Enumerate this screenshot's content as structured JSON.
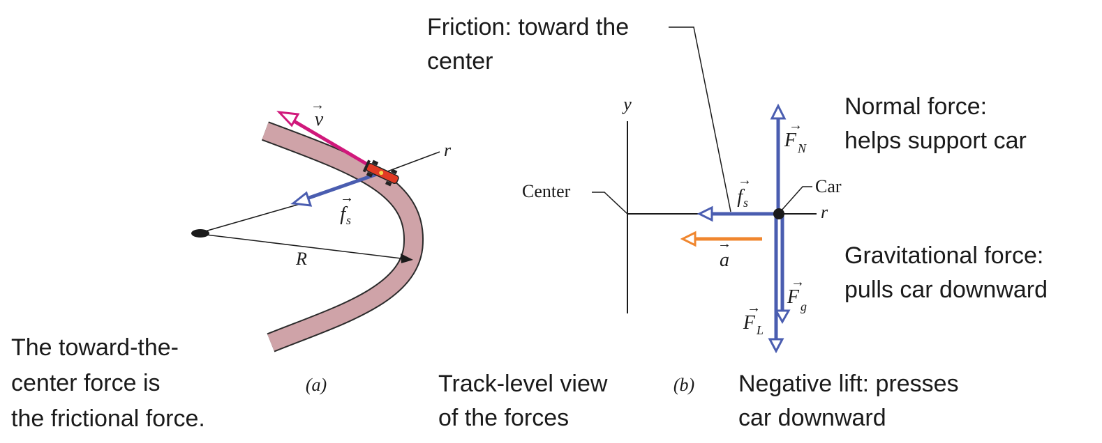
{
  "colors": {
    "track": "#cfa3a8",
    "track_edge": "#2b2b2b",
    "velocity": "#d0187b",
    "force": "#4a5db0",
    "acceleration": "#f0862e",
    "line": "#1a1a1a",
    "car_body": "#e13b24"
  },
  "icons": {
    "car": "race-car-icon",
    "center_dot": "center-point-icon"
  },
  "panel_a": {
    "caption": "(a)",
    "v_symbol": "v",
    "fs_symbol": "f",
    "fs_subscript": "s",
    "r_label": "r",
    "R_label": "R"
  },
  "panel_b": {
    "caption": "(b)",
    "y_label": "y",
    "r_label": "r",
    "center_label": "Center",
    "car_label": "Car",
    "fs_symbol": "f",
    "fs_subscript": "s",
    "a_symbol": "a",
    "FN_symbol": "F",
    "FN_subscript": "N",
    "Fg_symbol": "F",
    "Fg_subscript": "g",
    "FL_symbol": "F",
    "FL_subscript": "L"
  },
  "notes": {
    "friction_line1": "Friction: toward the",
    "friction_line2": "center",
    "normal_line1": "Normal force:",
    "normal_line2": "helps support car",
    "grav_line1": "Gravitational force:",
    "grav_line2": "pulls car downward",
    "lift_line1": "Negative lift: presses",
    "lift_line2": "car downward",
    "toward_line1": "The toward-the-",
    "toward_line2": "center force is",
    "toward_line3": "the frictional force.",
    "track_line1": "Track-level view",
    "track_line2": "of the forces"
  }
}
